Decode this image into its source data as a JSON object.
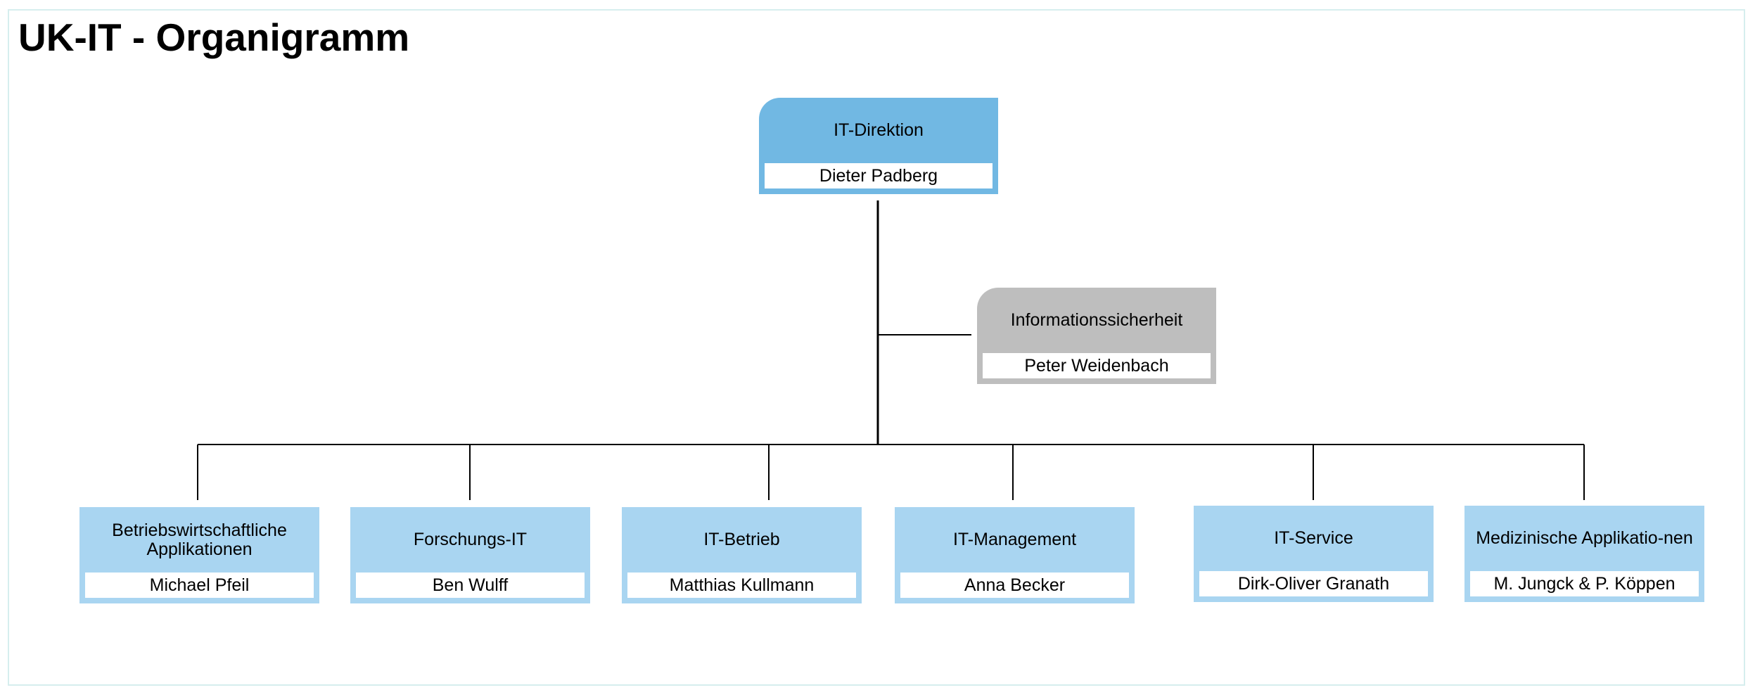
{
  "title": "UK-IT - Organigramm",
  "colors": {
    "direction_box": "#71b8e3",
    "security_box": "#bebebe",
    "department_box": "#a9d5f1",
    "connector": "#000000"
  },
  "root": {
    "unit": "IT-Direktion",
    "head": "Dieter Padberg"
  },
  "staff": {
    "unit": "Informationssicherheit",
    "head": "Peter Weidenbach"
  },
  "departments": [
    {
      "unit": "Betriebswirtschaftliche Applikationen",
      "head": "Michael Pfeil"
    },
    {
      "unit": "Forschungs-IT",
      "head": "Ben Wulff"
    },
    {
      "unit": "IT-Betrieb",
      "head": "Matthias Kullmann"
    },
    {
      "unit": "IT-Management",
      "head": "Anna Becker"
    },
    {
      "unit": "IT-Service",
      "head": "Dirk-Oliver Granath"
    },
    {
      "unit": "Medizinische Applikatio-nen",
      "head": "M. Jungck & P. Köppen"
    }
  ]
}
